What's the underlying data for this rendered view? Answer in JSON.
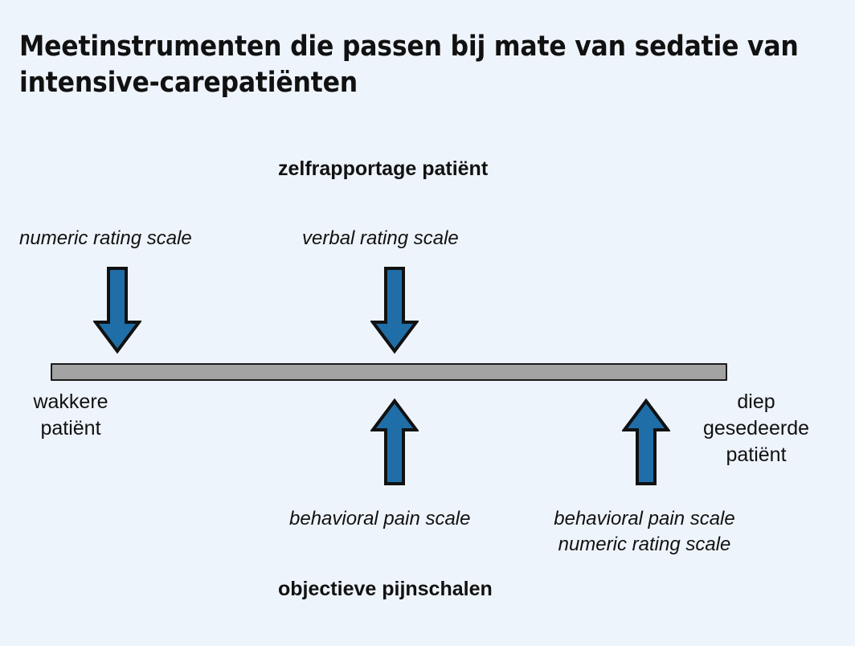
{
  "slide": {
    "title": "Meetinstrumenten die passen bij mate van sedatie van\nintensive-carepatiënten",
    "background_color": "#eef4fb"
  },
  "diagram": {
    "type": "continuum-scale",
    "bar": {
      "name": "sedation-continuum-bar",
      "fill_color": "#a3a3a3",
      "border_color": "#1a1a1a"
    },
    "endpoints": {
      "left": "wakkere\npatiënt",
      "right": "diep\ngesedeerde\npatiënt"
    },
    "groups": {
      "self_report": "zelfrapportage patiënt",
      "objective": "objectieve pijnschalen"
    },
    "arrow_color": "#1f6ea8",
    "arrow_outline_color": "#111111",
    "markers_above": [
      {
        "label": "numeric rating scale",
        "icon": "arrow-down-icon"
      },
      {
        "label": "verbal rating scale",
        "icon": "arrow-down-icon"
      }
    ],
    "markers_below": [
      {
        "label": "behavioral pain scale",
        "icon": "arrow-up-icon"
      },
      {
        "label": "behavioral pain scale\nnumeric rating scale",
        "icon": "arrow-up-icon"
      }
    ]
  }
}
